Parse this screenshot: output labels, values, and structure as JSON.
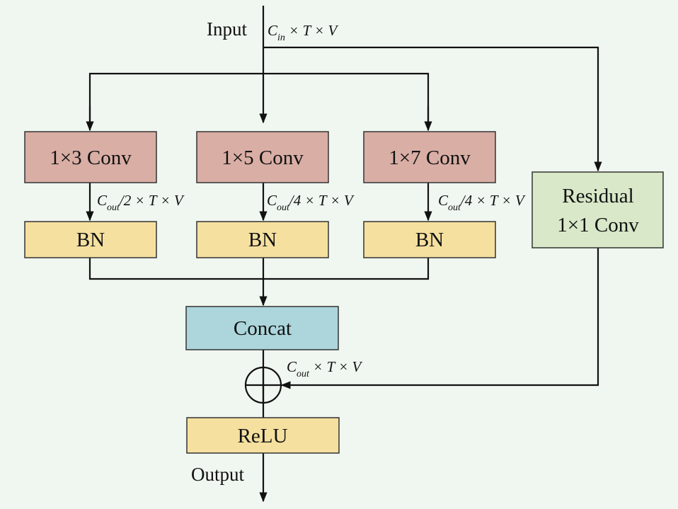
{
  "colors": {
    "background": "#f0f6f0",
    "conv": "#d9aea5",
    "bn": "#f5e09f",
    "concat": "#acd6dc",
    "residual": "#d8e8c8",
    "relu": "#f5e09f"
  },
  "labels": {
    "input": "Input",
    "output": "Output",
    "conv3": "1×3  Conv",
    "conv5": "1×5  Conv",
    "conv7": "1×7  Conv",
    "bn1": "BN",
    "bn2": "BN",
    "bn3": "BN",
    "concat": "Concat",
    "relu": "ReLU",
    "residual_line1": "Residual",
    "residual_line2": "1×1 Conv"
  },
  "dims": {
    "input": {
      "base": "C",
      "sub": "in",
      "rest": " × T × V"
    },
    "branch1": {
      "base": "C",
      "sub": "out",
      "rest": "/2 × T × V"
    },
    "branch2": {
      "base": "C",
      "sub": "out",
      "rest": "/4 × T × V"
    },
    "branch3": {
      "base": "C",
      "sub": "out",
      "rest": "/4 × T × V"
    },
    "merged": {
      "base": "C",
      "sub": "out",
      "rest": " × T × V"
    }
  },
  "icons": {
    "sum": "circle-plus-icon"
  }
}
